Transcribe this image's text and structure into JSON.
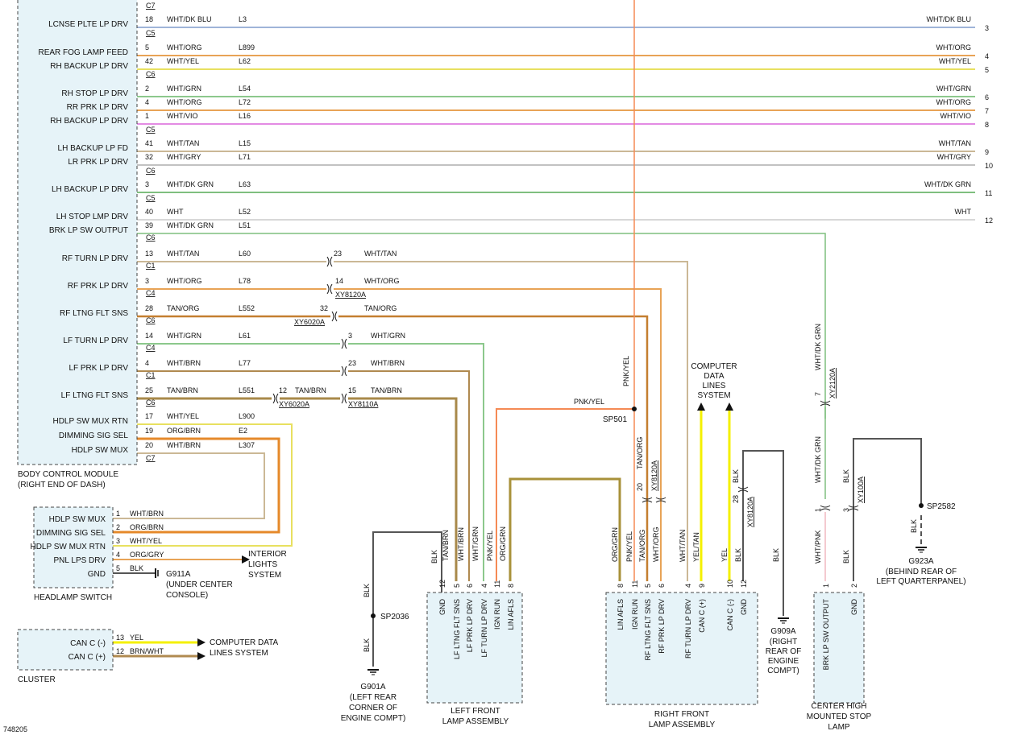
{
  "diagram_id": "748205",
  "colors": {
    "blu": "#9fb4d8",
    "org": "#e8a356",
    "yel": "#e8e060",
    "grn": "#8cc88c",
    "vio": "#e38be3",
    "tan": "#cbb896",
    "gry": "#c2c2c2",
    "wht": "#d8d8d8",
    "brn": "#b08a50",
    "tanbrn": "#a8894a",
    "orggrn": "#a8913a",
    "tanorg": "#c47f30",
    "pnk": "#f58a55",
    "blk": "#555555",
    "canyel": "#f4f000",
    "dkgrn": "#7fbf7f",
    "box": "#e6f3f8",
    "orgbrn": "#e5892a"
  },
  "bcm": {
    "title_line1": "BODY CONTROL MODULE",
    "title_line2": "(RIGHT END OF DASH)",
    "rows": [
      {
        "label": "LCNSE PLTE LP DRV",
        "pin": "18",
        "color": "WHT/DK BLU",
        "circuit": "L3",
        "right_color": "WHT/DK BLU",
        "dest": "3"
      },
      {
        "label": "REAR FOG LAMP FEED",
        "pin": "5",
        "color": "WHT/ORG",
        "circuit": "L899",
        "right_color": "WHT/ORG",
        "dest": "4"
      },
      {
        "label": "RH BACKUP LP DRV",
        "pin": "42",
        "color": "WHT/YEL",
        "circuit": "L62",
        "right_color": "WHT/YEL",
        "dest": "5"
      },
      {
        "label": "RH STOP LP DRV",
        "pin": "2",
        "color": "WHT/GRN",
        "circuit": "L54",
        "right_color": "WHT/GRN",
        "dest": "6"
      },
      {
        "label": "RR PRK LP DRV",
        "pin": "4",
        "color": "WHT/ORG",
        "circuit": "L72",
        "right_color": "WHT/ORG",
        "dest": "7"
      },
      {
        "label": "RH BACKUP LP DRV",
        "pin": "1",
        "color": "WHT/VIO",
        "circuit": "L16",
        "right_color": "WHT/VIO",
        "dest": "8"
      },
      {
        "label": "LH BACKUP LP FD",
        "pin": "41",
        "color": "WHT/TAN",
        "circuit": "L15",
        "right_color": "WHT/TAN",
        "dest": "9"
      },
      {
        "label": "LR PRK LP DRV",
        "pin": "32",
        "color": "WHT/GRY",
        "circuit": "L71",
        "right_color": "WHT/GRY",
        "dest": "10"
      },
      {
        "label": "LH BACKUP LP DRV",
        "pin": "3",
        "color": "WHT/DK GRN",
        "circuit": "L63",
        "right_color": "WHT/DK GRN",
        "dest": "11"
      },
      {
        "label": "LH STOP LMP DRV",
        "pin": "40",
        "color": "WHT",
        "circuit": "L52",
        "right_color": "WHT",
        "dest": "12"
      },
      {
        "label": "BRK LP SW OUTPUT",
        "pin": "39",
        "color": "WHT/DK GRN",
        "circuit": "L51"
      },
      {
        "label": "RF TURN LP DRV",
        "pin": "13",
        "color": "WHT/TAN",
        "circuit": "L60",
        "splice_pin": "23",
        "splice_color": "WHT/TAN"
      },
      {
        "label": "RF PRK LP DRV",
        "pin": "3",
        "color": "WHT/ORG",
        "circuit": "L78",
        "splice_pin": "14",
        "splice_color": "WHT/ORG",
        "splice_conn": "XY8120A"
      },
      {
        "label": "RF LTNG FLT SNS",
        "pin": "28",
        "color": "TAN/ORG",
        "circuit": "L552",
        "splice_pin": "32",
        "splice_color": "TAN/ORG",
        "splice_conn": "XY6020A"
      },
      {
        "label": "LF TURN LP DRV",
        "pin": "14",
        "color": "WHT/GRN",
        "circuit": "L61",
        "splice_pin": "3",
        "splice_color": "WHT/GRN"
      },
      {
        "label": "LF PRK LP DRV",
        "pin": "4",
        "color": "WHT/BRN",
        "circuit": "L77",
        "splice_pin": "23",
        "splice_color": "WHT/BRN"
      },
      {
        "label": "LF LTNG FLT SNS",
        "pin": "25",
        "color": "TAN/BRN",
        "circuit": "L551",
        "splice_pin": "12",
        "splice_color": "TAN/BRN",
        "splice_conn": "XY6020A",
        "splice2_pin": "15",
        "splice2_color": "TAN/BRN",
        "splice2_conn": "XY8110A"
      },
      {
        "label": "HDLP SW MUX RTN",
        "pin": "17",
        "color": "WHT/YEL",
        "circuit": "L900"
      },
      {
        "label": "DIMMING SIG SEL",
        "pin": "19",
        "color": "ORG/BRN",
        "circuit": "E2"
      },
      {
        "label": "HDLP SW MUX",
        "pin": "20",
        "color": "WHT/BRN",
        "circuit": "L307"
      }
    ],
    "connectors": [
      "C7",
      "C5",
      "C6",
      "C5",
      "C6",
      "C5",
      "C6",
      "C1",
      "C4",
      "C6",
      "C4",
      "C1",
      "C6",
      "C7"
    ]
  },
  "headlamp_switch": {
    "title": "HEADLAMP SWITCH",
    "rows": [
      {
        "label": "HDLP SW MUX",
        "pin": "1",
        "color": "WHT/BRN"
      },
      {
        "label": "DIMMING SIG SEL",
        "pin": "2",
        "color": "ORG/BRN"
      },
      {
        "label": "HDLP SW MUX RTN",
        "pin": "3",
        "color": "WHT/YEL"
      },
      {
        "label": "PNL LPS DRV",
        "pin": "4",
        "color": "ORG/GRY"
      },
      {
        "label": "GND",
        "pin": "5",
        "color": "BLK"
      }
    ],
    "interior_lights": [
      "INTERIOR",
      "LIGHTS",
      "SYSTEM"
    ],
    "ground_id": "G911A",
    "ground_desc": [
      "(UNDER CENTER",
      "CONSOLE)"
    ]
  },
  "cluster": {
    "title": "CLUSTER",
    "rows": [
      {
        "label": "CAN C (-)",
        "pin": "13",
        "color": "YEL"
      },
      {
        "label": "CAN C (+)",
        "pin": "12",
        "color": "BRN/WHT"
      }
    ],
    "dest": [
      "COMPUTER DATA",
      "LINES SYSTEM"
    ]
  },
  "left_front": {
    "title_line1": "LEFT FRONT",
    "title_line2": "LAMP ASSEMBLY",
    "pins": [
      {
        "label": "GND",
        "pin": "12",
        "color": "BLK"
      },
      {
        "label": "LF LTNG FLT SNS",
        "pin": "5",
        "color": "TAN/BRN"
      },
      {
        "label": "LF PRK LP DRV",
        "pin": "6",
        "color": "WHT/BRN"
      },
      {
        "label": "LF TURN LP DRV",
        "pin": "4",
        "color": "WHT/GRN"
      },
      {
        "label": "IGN RUN",
        "pin": "11",
        "color": "PNK/YEL"
      },
      {
        "label": "LIN AFLS",
        "pin": "8",
        "color": "ORG/GRN"
      }
    ]
  },
  "right_front": {
    "title_line1": "RIGHT FRONT",
    "title_line2": "LAMP ASSEMBLY",
    "pins": [
      {
        "label": "LIN AFLS",
        "pin": "8",
        "color": "ORG/GRN"
      },
      {
        "label": "IGN RUN",
        "pin": "11",
        "color": "PNK/YEL"
      },
      {
        "label": "RF LTNG FLT SNS",
        "pin": "5",
        "color": "TAN/ORG"
      },
      {
        "label": "RF PRK LP DRV",
        "pin": "6",
        "color": "WHT/ORG"
      },
      {
        "label": "RF TURN LP DRV",
        "pin": "4",
        "color": "WHT/TAN"
      },
      {
        "label": "CAN C (+)",
        "pin": "9",
        "color": "YEL/TAN"
      },
      {
        "label": "CAN C (-)",
        "pin": "10",
        "color": "YEL"
      },
      {
        "label": "GND",
        "pin": "12",
        "color": "BLK"
      }
    ],
    "xy8120a_pin": "20",
    "xy8120a_wire": "TAN/ORG",
    "xy8120a_label": "XY8120A",
    "blk28_pin": "28",
    "blk28_wire": "BLK",
    "blk28_conn": "XY8120A",
    "ground_id": "G909A",
    "ground_desc": [
      "(RIGHT",
      "REAR OF",
      "ENGINE",
      "COMPT)"
    ]
  },
  "chmsl": {
    "title_line1": "CENTER HIGH",
    "title_line2": "MOUNTED STOP",
    "title_line3": "LAMP",
    "pins": [
      {
        "label": "BRK LP SW OUTPUT",
        "pin": "1",
        "color": "WHT/PNK"
      },
      {
        "label": "GND",
        "pin": "2",
        "color": "BLK"
      }
    ],
    "conn_top_pin": "7",
    "conn_top_wire": "WHT/DK GRN",
    "conn_top_id": "XY2120A",
    "conn_mid_pin1": "1",
    "conn_mid_wire1": "WHT/DK GRN",
    "conn_mid_pin3": "3",
    "conn_mid_wire3": "BLK",
    "conn_mid_id": "XY100A"
  },
  "splice": {
    "sp501": "SP501",
    "sp501_wire": "PNK/YEL",
    "sp2036": "SP2036",
    "sp2582": "SP2582"
  },
  "grounds": {
    "g901a": "G901A",
    "g901a_desc": [
      "(LEFT REAR",
      "CORNER OF",
      "ENGINE COMPT)"
    ],
    "g923a": "G923A",
    "g923a_desc": [
      "(BEHIND REAR OF",
      "LEFT QUARTERPANEL)"
    ]
  },
  "computer_data": [
    "COMPUTER",
    "DATA",
    "LINES",
    "SYSTEM"
  ],
  "labels": {
    "blk": "BLK",
    "pnkyel": "PNK/YEL",
    "tanbrn": "TAN/BRN",
    "whtbrn": "WHT/BRN",
    "whtgrn": "WHT/GRN",
    "pnkyel2": "PNK/YEL",
    "orggrn": "ORG/GRN",
    "whttan": "WHT/TAN",
    "yeltan": "YEL/TAN",
    "yel": "YEL",
    "blk2": "BLK",
    "whtorg": "WHT/ORG",
    "tanorg": "TAN/ORG",
    "whtpnk": "WHT/PNK",
    "whtdkgrn": "WHT/DK GRN"
  }
}
